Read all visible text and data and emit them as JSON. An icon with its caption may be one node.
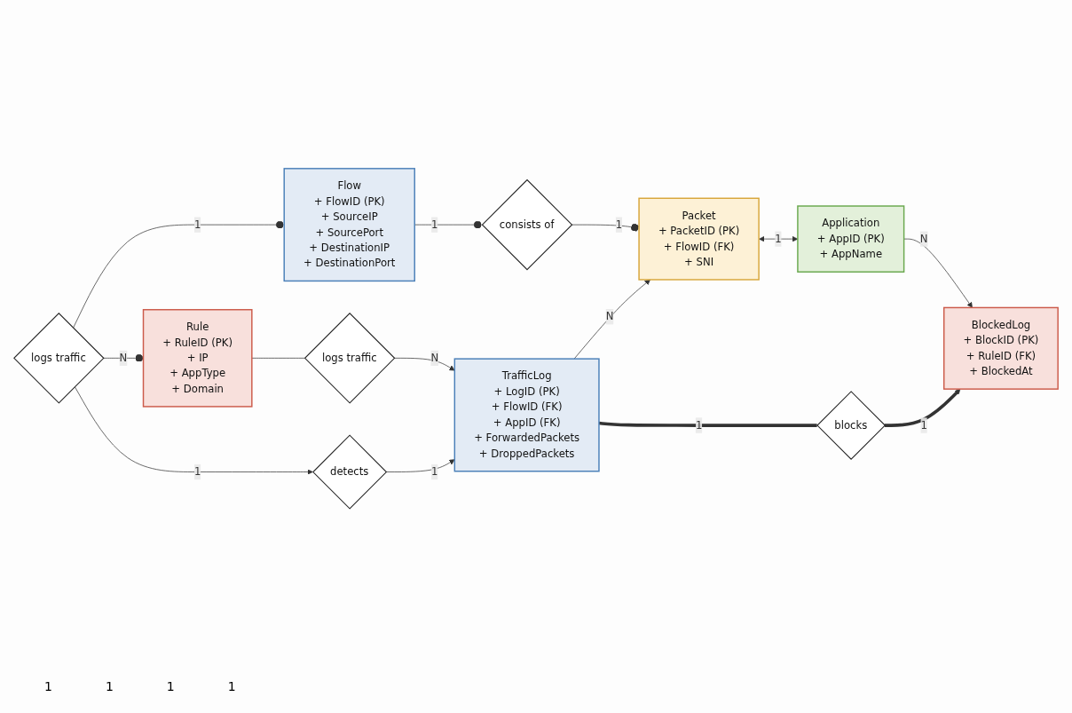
{
  "diagram": {
    "nodes": [
      {
        "text": [
          "Flow",
          "+ FlowID (PK)",
          "+ SourceIP",
          "+ SourcePort",
          "+ DestinationIP",
          "+ DestinationPort"
        ]
      },
      {
        "text": [
          "Packet",
          "+ PacketID (PK)",
          "+ FlowID (FK)",
          "+ SNI"
        ]
      },
      {
        "text": [
          "consists of"
        ]
      },
      {
        "text": [
          "Application",
          "+ AppID (PK)",
          "+ AppName"
        ]
      },
      {
        "text": [
          "logs traffic"
        ]
      },
      {
        "text": [
          "detects"
        ]
      },
      {
        "text": [
          "TrafficLog",
          "+ LogID (PK)",
          "+ FlowID (FK)",
          "+ AppID (FK)",
          "+ ForwardedPackets",
          "+ DroppedPackets"
        ]
      },
      {
        "text": [
          "blocks"
        ]
      },
      {
        "text": [
          "Rule",
          "+ RuleID (PK)",
          "+ IP",
          "+ AppType",
          "+ Domain"
        ]
      },
      {
        "text": [
          "BlockedLog",
          "+ BlockID (PK)",
          "+ RuleID (FK)",
          "+ BlockedAt"
        ]
      },
      {
        "text": [
          "logs traffic"
        ]
      }
    ],
    "edges": [
      {
        "from": 0,
        "to": 2,
        "arrow": "other",
        "label": "1"
      },
      {
        "from": 2,
        "to": 1,
        "arrow": "other",
        "label": "1"
      },
      {
        "from": 1,
        "to": 3,
        "arrow": "both",
        "label": "1"
      },
      {
        "from": 6,
        "to": 1,
        "arrow": "to",
        "label": "N"
      },
      {
        "from": 4,
        "to": 0,
        "arrow": "other",
        "label": "1"
      },
      {
        "from": 4,
        "to": 8,
        "arrow": "other",
        "label": "N"
      },
      {
        "from": 4,
        "to": 5,
        "arrow": "to",
        "label": "1"
      },
      {
        "from": 5,
        "to": 6,
        "arrow": "to",
        "label": "1"
      },
      {
        "from": 6,
        "to": 7,
        "arrow": "none",
        "label": "1",
        "style": "thick"
      },
      {
        "from": 7,
        "to": 9,
        "arrow": "to",
        "label": "1",
        "style": "thick"
      },
      {
        "from": 3,
        "to": 9,
        "arrow": "to",
        "label": "N"
      },
      {
        "from": 8,
        "to": 10,
        "arrow": "none"
      },
      {
        "from": 10,
        "to": 6,
        "arrow": "to",
        "label": "N"
      }
    ],
    "labels": [
      "1",
      "1",
      "1",
      "1"
    ]
  }
}
